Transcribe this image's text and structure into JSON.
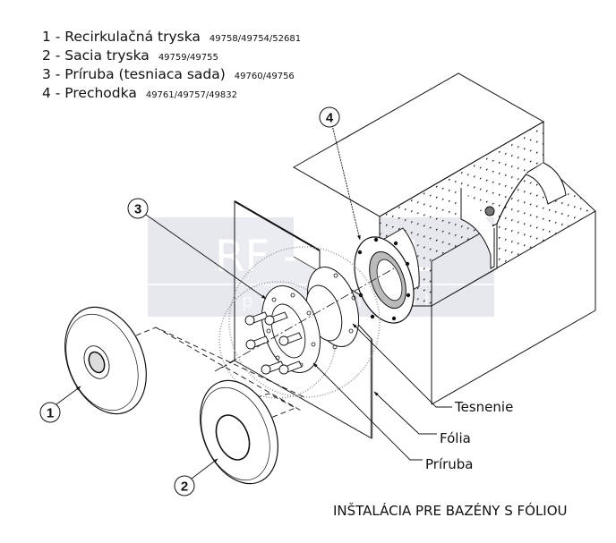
{
  "legend": [
    {
      "label": "1 - Recirkulačná tryska",
      "codes": "49758/49754/52681"
    },
    {
      "label": "2 - Sacia tryska",
      "codes": "49759/49755"
    },
    {
      "label": "3 - Príruba (tesniaca sada)",
      "codes": "49760/49756"
    },
    {
      "label": "4 - Prechodka",
      "codes": "49761/49757/49832"
    }
  ],
  "callouts": {
    "one": "1",
    "two": "2",
    "three": "3",
    "four": "4"
  },
  "part_labels": {
    "gasket": "Tesnenie",
    "liner": "Fólia",
    "flange": "Príruba"
  },
  "watermark": {
    "title": "RF - POOL",
    "subtitle": "professional"
  },
  "caption": "INŠTALÁCIA PRE BAZÉNY S FÓLIOU",
  "colors": {
    "line": "#111111",
    "watermark_bg": "#e6e8ee"
  }
}
